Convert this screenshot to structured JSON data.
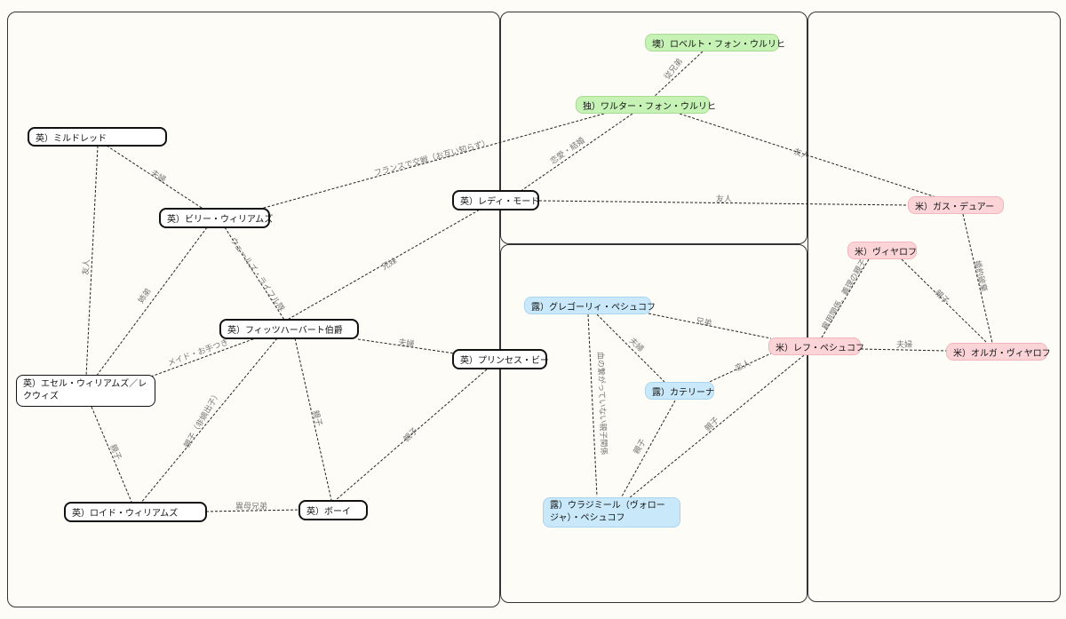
{
  "nodes": {
    "mildred": "英）ミルドレッド",
    "billy": "英）ビリー・ウィリアムズ",
    "fitz": "英）フィッツハーバート伯爵",
    "ethel": "英）エセル・ウィリアムズ／レクウィズ",
    "lloyd": "英）ロイド・ウィリアムズ",
    "boy": "英）ボーイ",
    "princess": "英）プリンセス・ビー",
    "maud": "英）レディ・モード",
    "robert": "墺）ロベルト・フォン・ウルリヒ",
    "walter": "独）ワルター・フォン・ウルリヒ",
    "grigori": "露）グレゴーリィ・ペシュコフ",
    "katerina": "露）カテリーナ",
    "vladimir": "露）ウラジミール（ヴォロージャ）・ペシュコフ",
    "gus": "米）ガス・デュアー",
    "vyalov": "米）ヴィヤロフ",
    "lev": "米）レフ・ペシュコフ",
    "olga": "米）オルガ・ヴィヤロフ"
  },
  "edges": {
    "robert_walter": "従兄弟",
    "walter_maud": "恋愛・結婚",
    "walter_billy": "フランスで交戦（お互い知らず）",
    "walter_gus": "友人",
    "maud_gus": "友人",
    "mildred_billy": "夫婦",
    "mildred_ethel": "友人",
    "billy_fitz": "ウェールズ・ライフル隊",
    "billy_ethel": "姉弟",
    "fitz_maud": "兄妹",
    "fitz_ethel": "メイド・お手つき",
    "fitz_princess": "夫婦",
    "fitz_lloyd": "親子（非嫡出子）",
    "fitz_boy": "親子",
    "ethel_lloyd": "親子",
    "lloyd_boy": "異母兄弟",
    "princess_boy": "親子",
    "grigori_lev": "兄弟",
    "grigori_katerina": "夫婦",
    "grigori_vladimir": "血の繋がっていない親子関係",
    "katerina_lev": "恋人",
    "katerina_vladimir": "親子",
    "lev_vladimir": "親子",
    "lev_olga": "夫婦",
    "vyalov_lev": "雇用関係、義理の親子",
    "vyalov_olga": "親子",
    "gus_olga": "婚約破棄"
  }
}
